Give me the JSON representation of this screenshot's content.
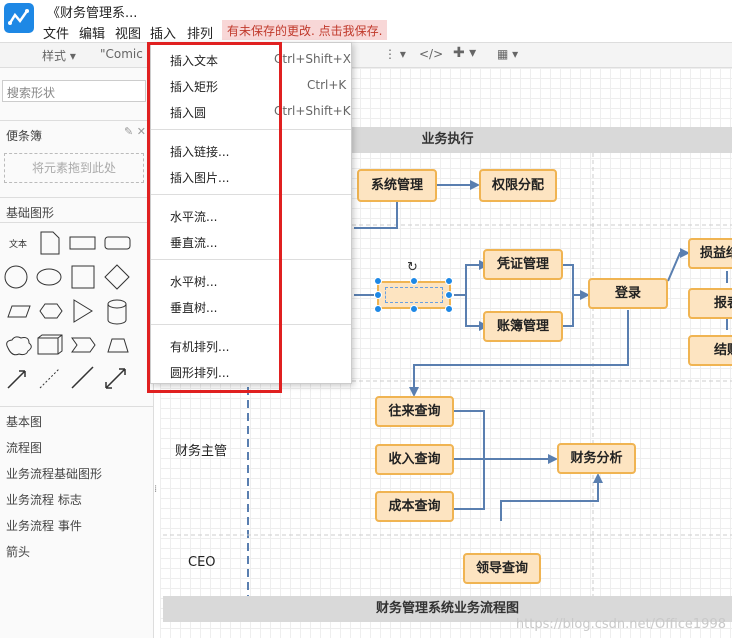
{
  "title": "《财务管理系...",
  "menubar": [
    "文件",
    "编辑",
    "视图",
    "插入",
    "排列"
  ],
  "unsaved_notice": "有未保存的更改. 点击我保存.",
  "toolbar": {
    "style": "样式",
    "font": "\"Comic"
  },
  "sidebar": {
    "search_placeholder": "搜索形状",
    "scratchpad": "便条簿",
    "dropzone": "将元素拖到此处",
    "basic_shapes": "基础图形",
    "text_shape": "文本",
    "categories": [
      "基本图",
      "流程图",
      "业务流程基础图形",
      "业务流程 标志",
      "业务流程 事件",
      "箭头"
    ]
  },
  "dropdown": {
    "items": [
      {
        "label": "插入文本",
        "shortcut": "Ctrl+Shift+X"
      },
      {
        "label": "插入矩形",
        "shortcut": "Ctrl+K"
      },
      {
        "label": "插入圆",
        "shortcut": "Ctrl+Shift+K"
      },
      {
        "label": "插入链接...",
        "shortcut": ""
      },
      {
        "label": "插入图片...",
        "shortcut": ""
      },
      {
        "label": "水平流...",
        "shortcut": ""
      },
      {
        "label": "垂直流...",
        "shortcut": ""
      },
      {
        "label": "水平树...",
        "shortcut": ""
      },
      {
        "label": "垂直树...",
        "shortcut": ""
      },
      {
        "label": "有机排列...",
        "shortcut": ""
      },
      {
        "label": "圆形排列...",
        "shortcut": ""
      }
    ]
  },
  "diagram": {
    "header": "业务执行",
    "footer": "财务管理系统业务流程图",
    "lanes": [
      "财务主管",
      "CEO"
    ],
    "nodes": {
      "sys": "系统管理",
      "perm": "权限分配",
      "voucher": "凭证管理",
      "ledger": "账簿管理",
      "login": "登录",
      "profit": "损益结",
      "report": "报表",
      "settle": "结账",
      "ar": "往来查询",
      "income": "收入查询",
      "cost": "成本查询",
      "analysis": "财务分析",
      "leader": "领导查询"
    }
  },
  "watermark": "https://blog.csdn.net/Office1998",
  "colors": {
    "accent": "#1e88e5",
    "node_fill": "#fde4c1",
    "node_border": "#f0b452",
    "edge": "#5a7fb0",
    "highlight": "#e02020"
  }
}
